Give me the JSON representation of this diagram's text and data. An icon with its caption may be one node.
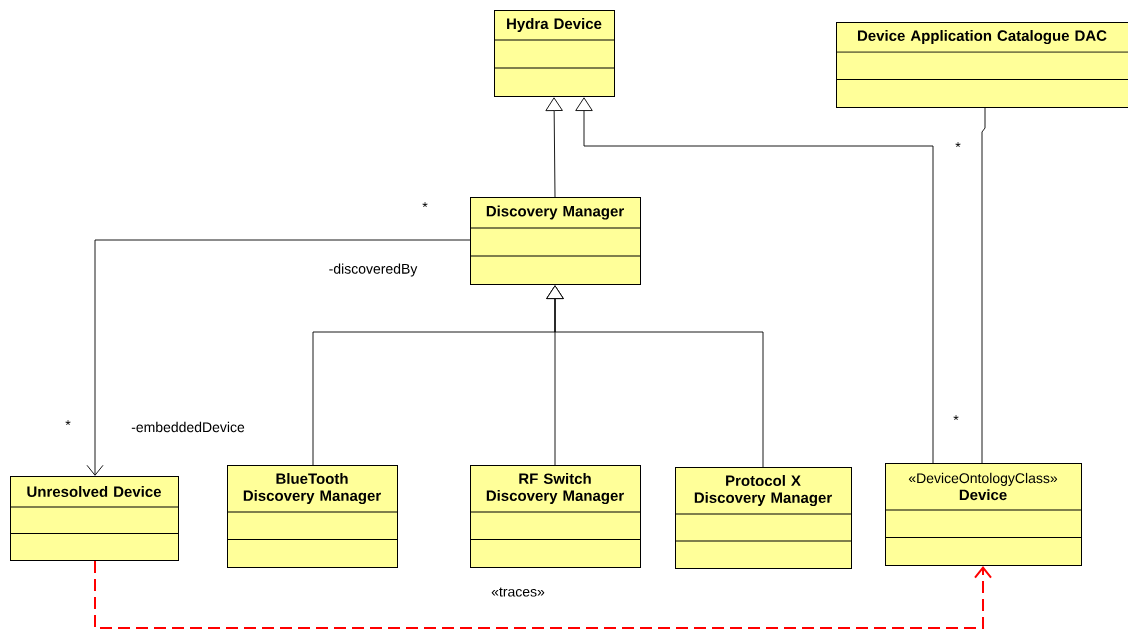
{
  "diagram": {
    "nodes": [
      {
        "text": [
          "Hydra Device"
        ]
      },
      {
        "text": [
          "Device Application Catalogue DAC"
        ]
      },
      {
        "text": [
          "Discovery Manager"
        ]
      },
      {
        "text": [
          "Unresolved Device"
        ]
      },
      {
        "text": [
          "BlueTooth Discovery Manager"
        ]
      },
      {
        "text": [
          "RF Switch Discovery Manager"
        ]
      },
      {
        "text": [
          "Protocol X Discovery Manager"
        ]
      },
      {
        "text": [
          "«DeviceOntologyClass»",
          "Device"
        ]
      }
    ],
    "edges": [
      {
        "from": 2,
        "to": 0,
        "arrow": "to"
      },
      {
        "from": 7,
        "to": 0,
        "arrow": "to"
      },
      {
        "from": 4,
        "to": 2,
        "arrow": "to"
      },
      {
        "from": 5,
        "to": 2,
        "arrow": "to"
      },
      {
        "from": 6,
        "to": 2,
        "arrow": "to"
      },
      {
        "from": 2,
        "to": 3,
        "arrow": "to"
      },
      {
        "from": 1,
        "to": 7,
        "arrow": "none"
      },
      {
        "from": 3,
        "to": 7,
        "arrow": "to",
        "label": "«traces»",
        "style": "dashed",
        "color": "#ff0000"
      }
    ],
    "labels": [
      "*",
      "*",
      "-discoveredBy",
      "*",
      "*",
      "-embeddedDevice"
    ]
  }
}
